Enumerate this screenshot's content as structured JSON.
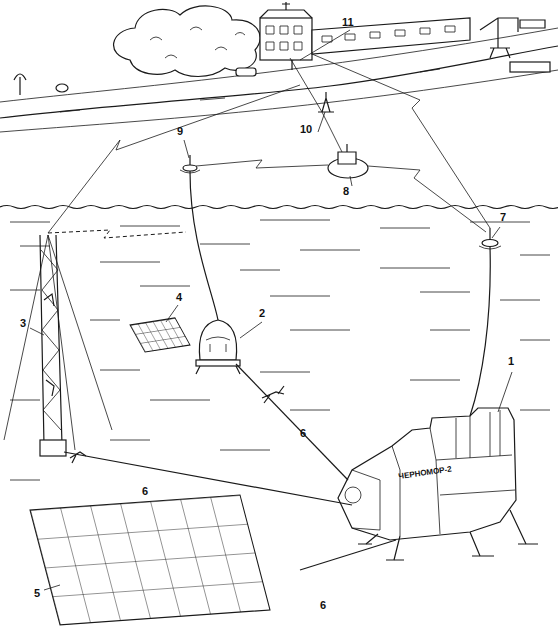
{
  "diagram": {
    "labels": [
      "1",
      "2",
      "3",
      "4",
      "5",
      "6",
      "6",
      "6",
      "7",
      "8",
      "9",
      "10",
      "11",
      "ЧЕРНОМОР-2"
    ]
  }
}
